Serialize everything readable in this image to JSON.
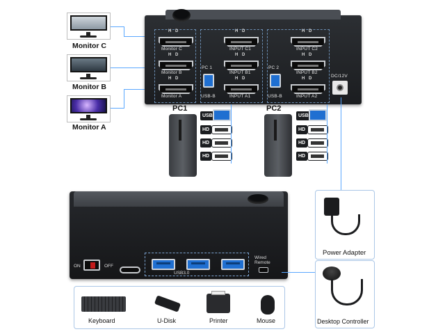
{
  "monitors": [
    {
      "label": "Monitor C"
    },
    {
      "label": "Monitor B"
    },
    {
      "label": "Monitor A"
    }
  ],
  "top_device": {
    "hd_label": "H D",
    "monitor_ports": [
      "Monitor C",
      "Monitor B",
      "Monitor A"
    ],
    "pc1_inputs": [
      "INPUT C1",
      "INPUT B1",
      "INPUT A1"
    ],
    "pc2_inputs": [
      "INPUT C2",
      "INPUT B2",
      "INPUT A2"
    ],
    "pc1_label": "PC 1",
    "pc2_label": "PC 2",
    "usb_b_label": "USB-B",
    "dc_label": "DC/12V"
  },
  "pcs": [
    {
      "label": "PC1"
    },
    {
      "label": "PC2"
    }
  ],
  "cable_tags": {
    "usb": "USB",
    "hd": "HD"
  },
  "bottom_device": {
    "on_label": "ON",
    "off_label": "OFF",
    "usb_label": "USB3.0",
    "wired_remote_label": "Wired Remote"
  },
  "peripherals": [
    {
      "label": "Keyboard"
    },
    {
      "label": "U-Disk"
    },
    {
      "label": "Printer"
    },
    {
      "label": "Mouse"
    }
  ],
  "power_adapter": {
    "label": "Power Adapter"
  },
  "desktop_controller": {
    "label": "Desktop Controller"
  }
}
